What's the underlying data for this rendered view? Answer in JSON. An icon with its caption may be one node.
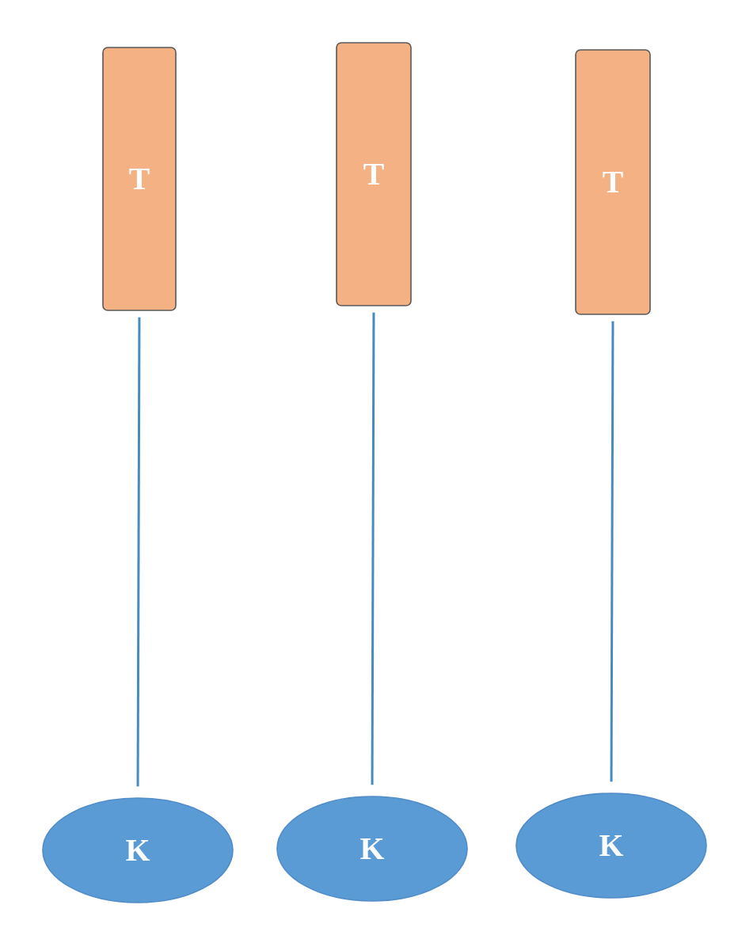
{
  "diagram": {
    "nodes": [
      {
        "text": [
          "T"
        ]
      },
      {
        "text": [
          "T"
        ]
      },
      {
        "text": [
          "T"
        ]
      },
      {
        "text": [
          "K"
        ]
      },
      {
        "text": [
          "K"
        ]
      },
      {
        "text": [
          "K"
        ]
      }
    ],
    "edges": [
      {
        "from": 0,
        "to": 3,
        "arrow": "none"
      },
      {
        "from": 1,
        "to": 4,
        "arrow": "none"
      },
      {
        "from": 2,
        "to": 5,
        "arrow": "none"
      }
    ]
  }
}
